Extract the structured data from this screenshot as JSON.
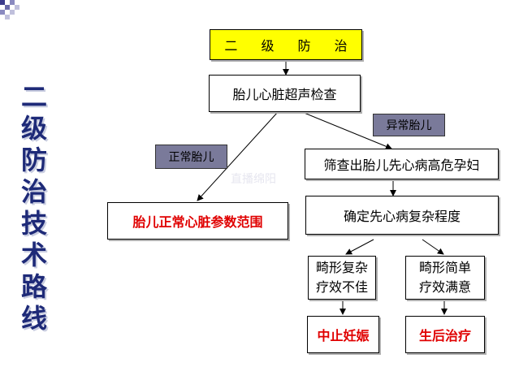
{
  "side_title": [
    "二",
    "级",
    "防",
    "治",
    "技",
    "术",
    "路",
    "线"
  ],
  "nodes": {
    "header": "二 级 防 治",
    "check": "胎儿心脏超声检查",
    "screen": "筛查出胎儿先心病高危孕妇",
    "normal_range": "胎儿正常心脏参数范围",
    "complexity": "确定先心病复杂程度",
    "complex_poor": [
      "畸形复杂",
      "疗效不佳"
    ],
    "simple_good": [
      "畸形简单",
      "疗效满意"
    ],
    "terminate": "中止妊娠",
    "postnatal": "生后治疗"
  },
  "labels": {
    "abnormal": "异常胎儿",
    "normal": "正常胎儿"
  },
  "watermark": "直播绵阳",
  "colors": {
    "title": "#1e2a78",
    "header_fill": "#ffff00",
    "label_fill": "#7a7a9a",
    "red_text": "#e00000"
  }
}
